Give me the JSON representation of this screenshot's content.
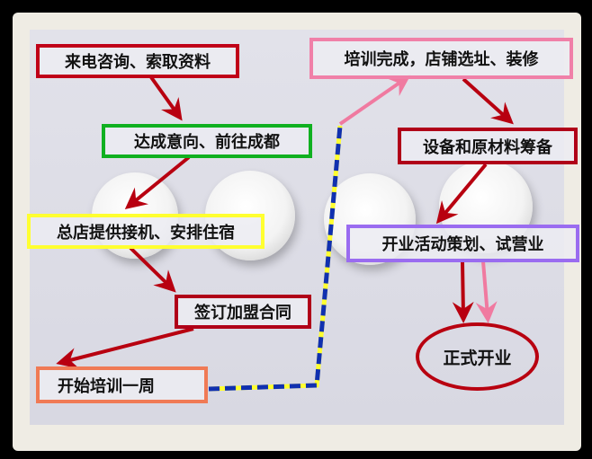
{
  "steps": {
    "s1": "来电咨询、索取资料",
    "s2": "达成意向、前往成都",
    "s3": "总店提供接机、安排住宿",
    "s4": "签订加盟合同",
    "s5": "开始培训一周",
    "s6": "培训完成，店铺选址、装修",
    "s7": "设备和原材料筹备",
    "s8": "开业活动策划、试营业",
    "s9": "正式开业"
  },
  "colors": {
    "red": "#c00018",
    "green": "#10b020",
    "yellow": "#ffff30",
    "orange": "#f07a55",
    "pink": "#f080a8",
    "purple": "#9a6cf0",
    "blue": "#1030b0"
  }
}
